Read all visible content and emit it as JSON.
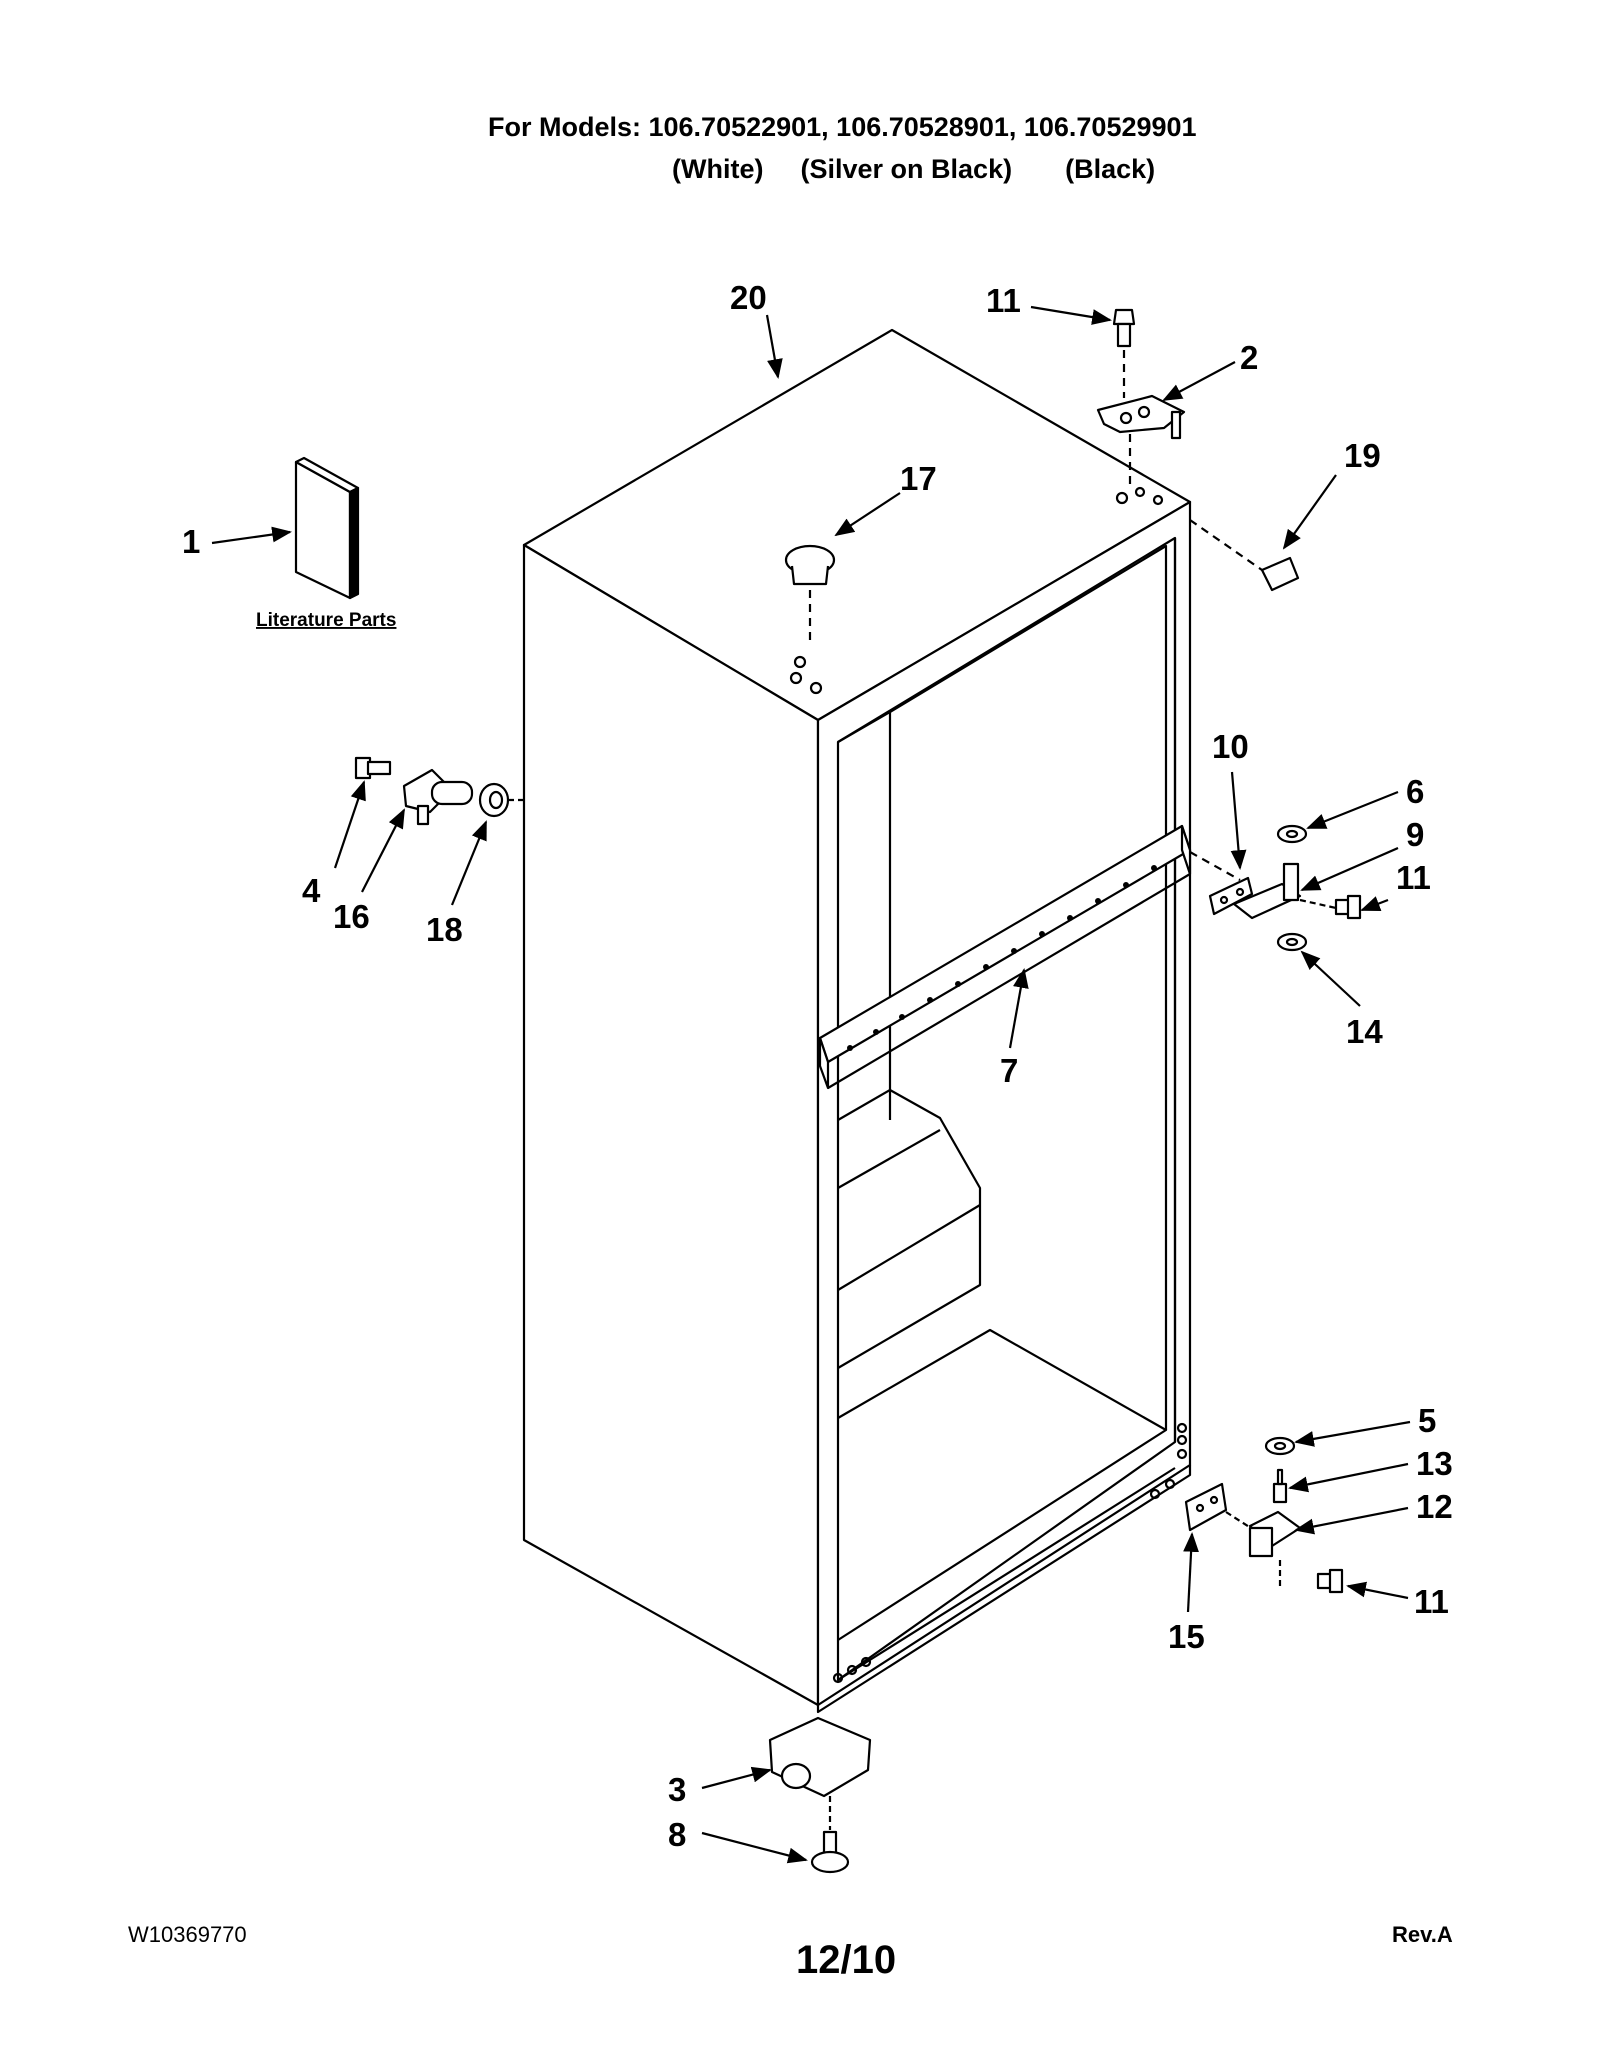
{
  "header": {
    "models_line": "For Models: 106.70522901, 106.70528901, 106.70529901",
    "variant_white": "(White)",
    "variant_silver": "(Silver on Black)",
    "variant_black": "(Black)"
  },
  "literature_label": "Literature Parts",
  "callouts": {
    "c1": "1",
    "c2": "2",
    "c3": "3",
    "c4": "4",
    "c5": "5",
    "c6": "6",
    "c7": "7",
    "c8": "8",
    "c9": "9",
    "c10": "10",
    "c11a": "11",
    "c11b": "11",
    "c11c": "11",
    "c12": "12",
    "c13": "13",
    "c14": "14",
    "c15": "15",
    "c16": "16",
    "c17": "17",
    "c18": "18",
    "c19": "19",
    "c20": "20"
  },
  "footer": {
    "doc_number": "W10369770",
    "date": "12/10",
    "revision": "Rev.A"
  }
}
